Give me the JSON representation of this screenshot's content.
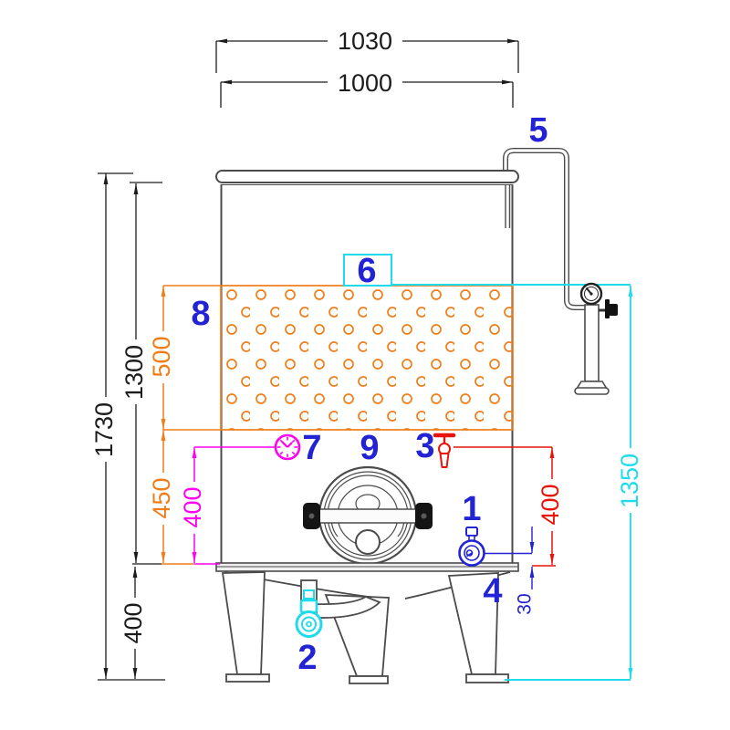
{
  "drawing": {
    "type": "technical-drawing",
    "subject": "Tank front elevation with cooling jacket, manway and valves",
    "units": "mm"
  },
  "colors": {
    "outline": "#4b4b4b",
    "dimension_black": "#1c1c1c",
    "jacket_orange": "#ef7d1a",
    "magenta": "#ff00f0",
    "red": "#e8140c",
    "callout_blue": "#2323d6",
    "cyan": "#1fdbec"
  },
  "dimensions": {
    "rim_width": "1030",
    "body_width": "1000",
    "total_height": "1730",
    "body_height": "1300",
    "jacket_height": "500",
    "jacket_to_base": "450",
    "thermometer_height": "400",
    "outlet_height": "400",
    "leg_height": "400",
    "outlet_offset": "30",
    "gauge_line_height": "1350"
  },
  "callouts": {
    "c1": "1",
    "c2": "2",
    "c3": "3",
    "c4": "4",
    "c5": "5",
    "c6": "6",
    "c7": "7",
    "c8": "8",
    "c9": "9"
  }
}
